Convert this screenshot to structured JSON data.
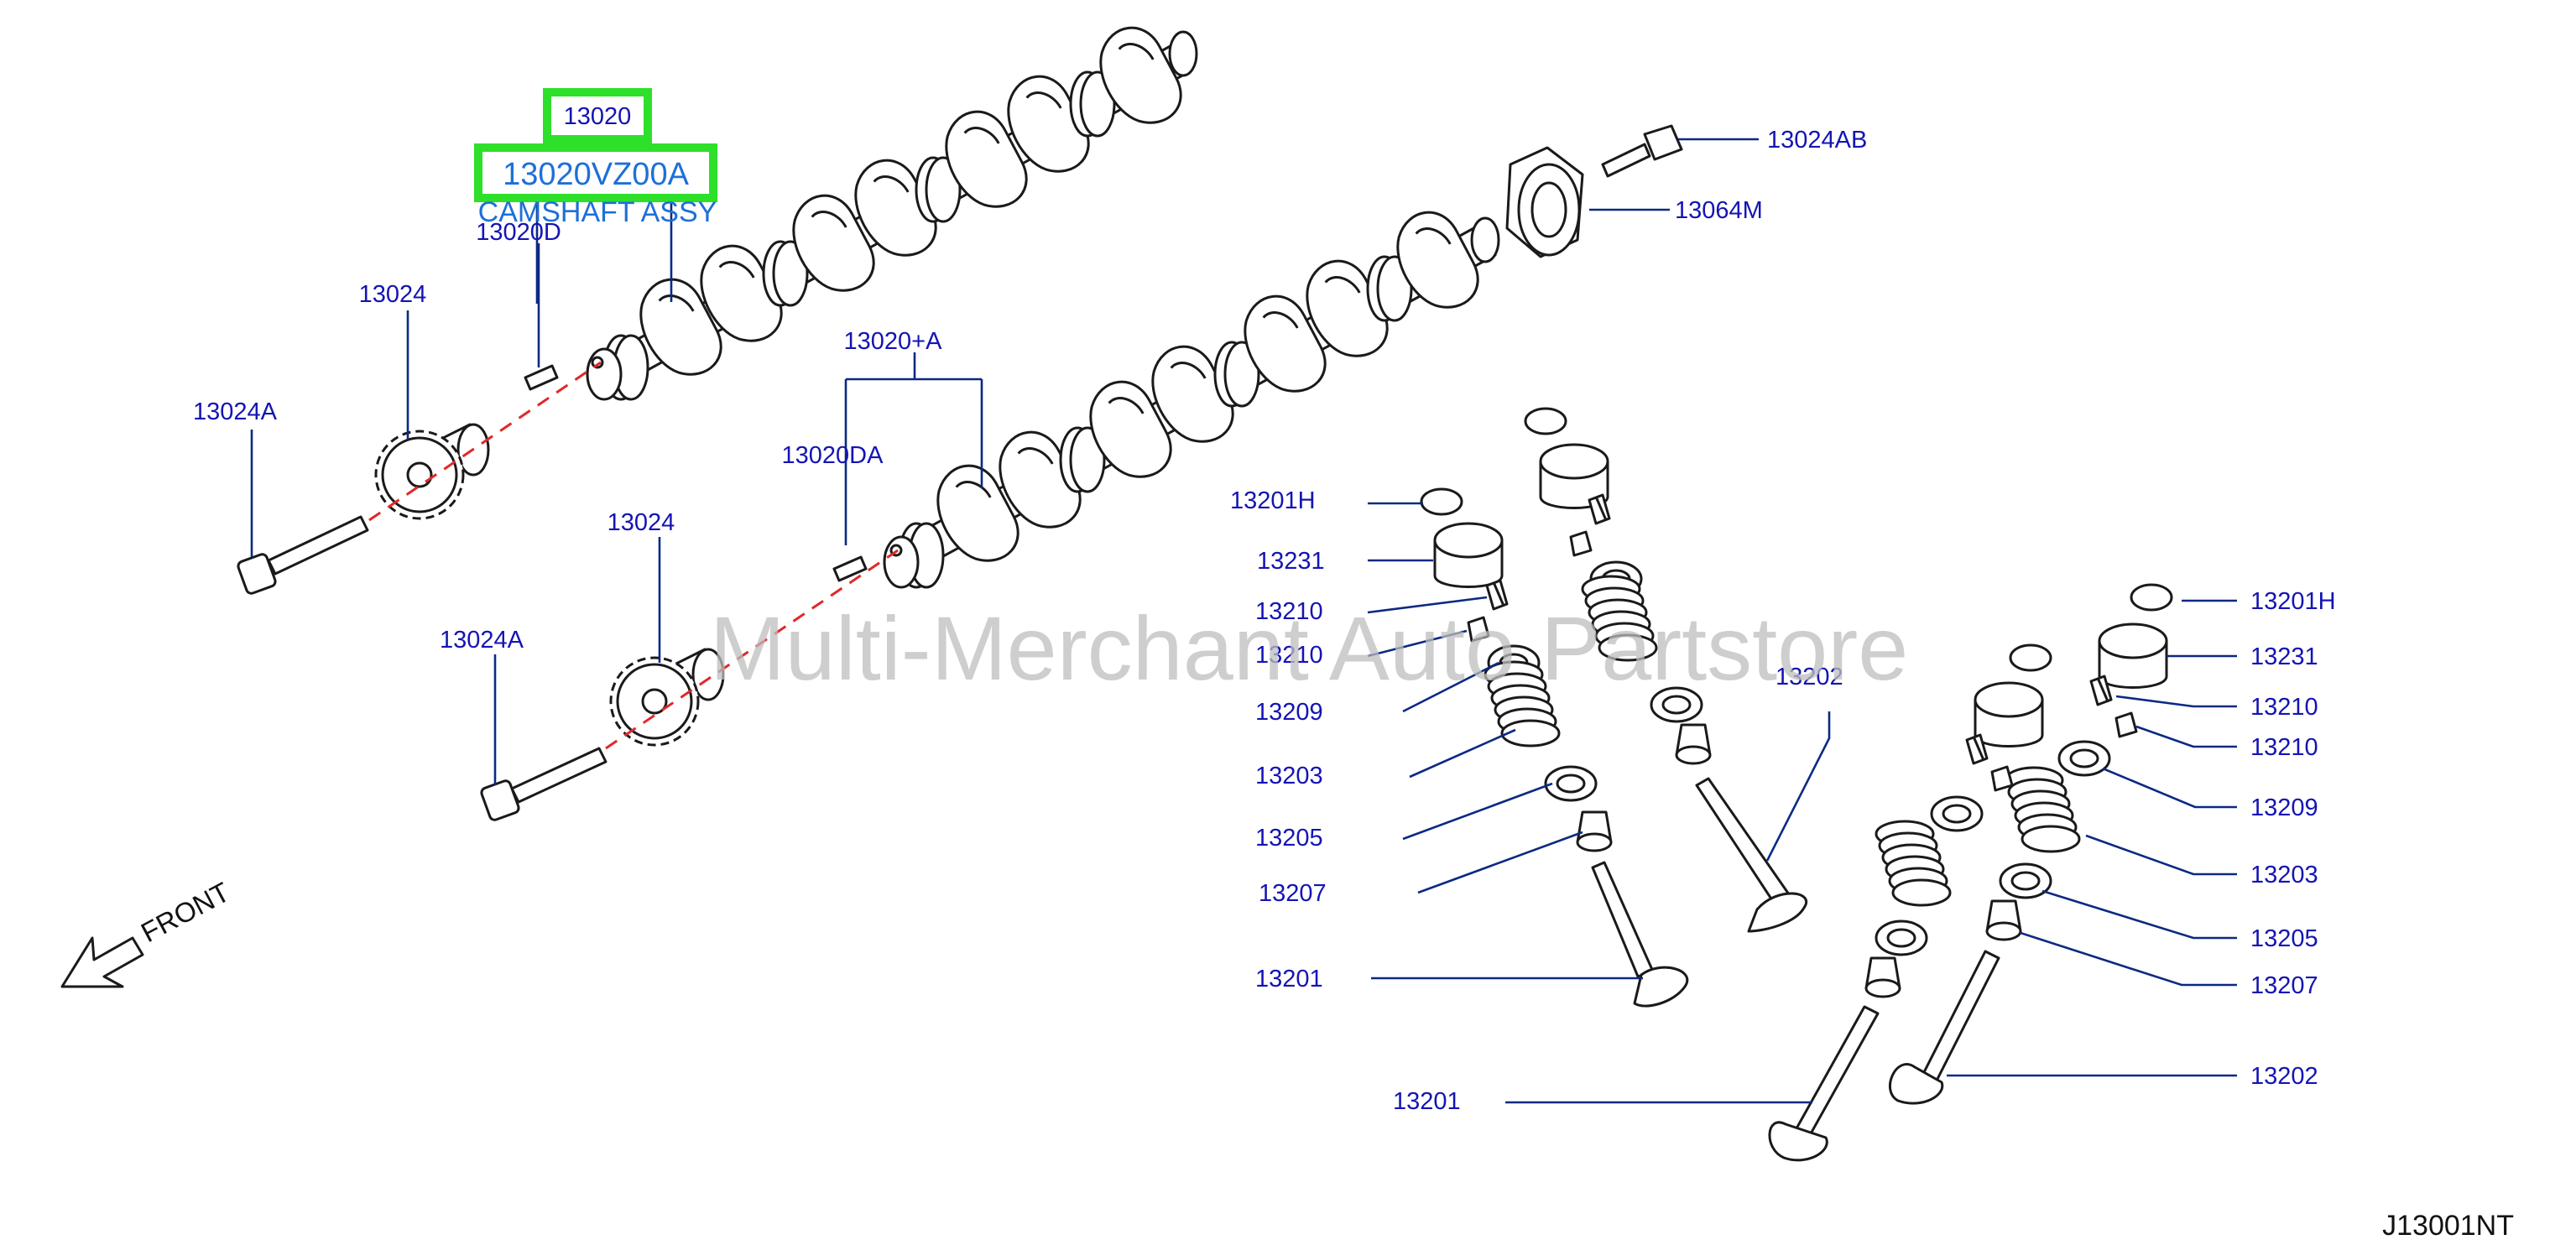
{
  "diagram": {
    "id": "J13001NT",
    "front_label": "FRONT",
    "watermark": "Multi-Merchant Auto Partstore"
  },
  "highlight": {
    "group": "13020",
    "part_number": "13020VZ00A",
    "part_name": "CAMSHAFT ASSY",
    "colors": {
      "box": "#2ee02a",
      "text": "#1e6fd9"
    }
  },
  "callouts": [
    "13020D",
    "13024",
    "13024A",
    "13020+A",
    "13020DA",
    "13024",
    "13024A",
    "13024AB",
    "13064M",
    "13201H",
    "13231",
    "13210",
    "13210",
    "13209",
    "13203",
    "13205",
    "13207",
    "13201",
    "13202",
    "13201",
    "13201H",
    "13231",
    "13210",
    "13210",
    "13209",
    "13203",
    "13205",
    "13207",
    "13202"
  ],
  "colors": {
    "label": "#1414b4",
    "leader": "#0a2a82",
    "centerline": "#e0282a",
    "part_outline": "#1a1a1a"
  }
}
